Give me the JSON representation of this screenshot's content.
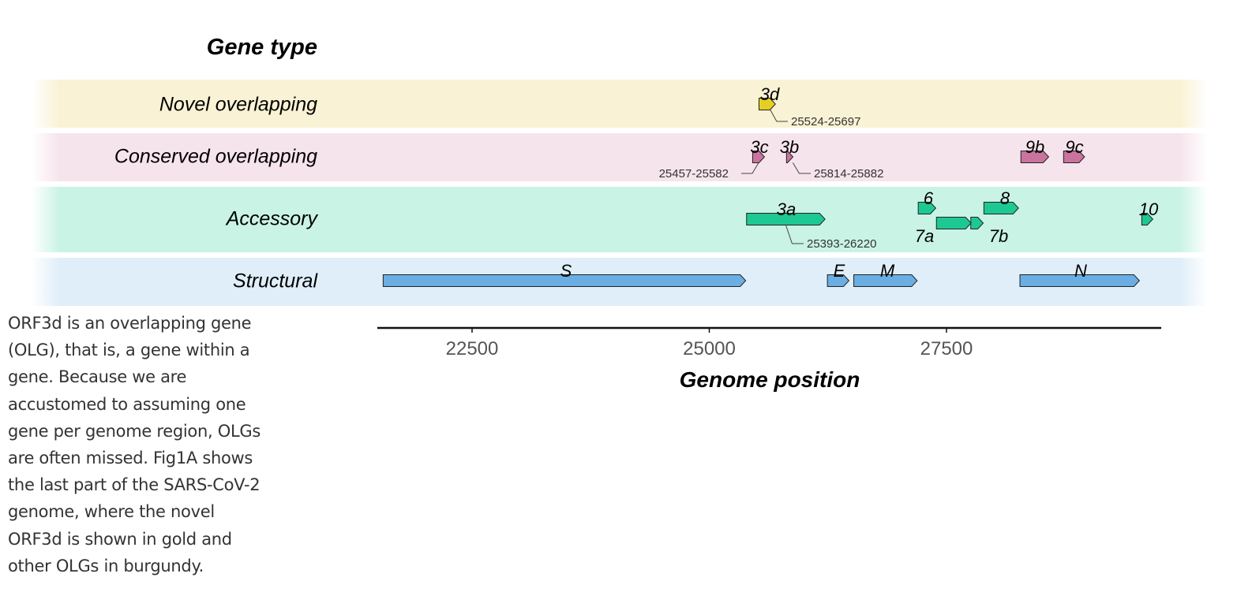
{
  "figure": {
    "header": "Gene type",
    "rows": [
      {
        "id": "novel",
        "label": "Novel overlapping",
        "color": "#f9f2d4"
      },
      {
        "id": "conserved",
        "label": "Conserved overlapping",
        "color": "#f6e4ec"
      },
      {
        "id": "accessory",
        "label": "Accessory",
        "color": "#c9f3e5"
      },
      {
        "id": "structural",
        "label": "Structural",
        "color": "#dfeef8"
      }
    ],
    "gene_colors": {
      "novel": "#e5cf24",
      "conserved": "#c9739f",
      "accessory": "#1ec893",
      "structural": "#6aaee3"
    },
    "genes": [
      {
        "name": "3d",
        "row": "novel",
        "start": 25524,
        "end": 25697,
        "coord_label": "25524-25697"
      },
      {
        "name": "3c",
        "row": "conserved",
        "start": 25457,
        "end": 25582,
        "coord_label": "25457-25582"
      },
      {
        "name": "3b",
        "row": "conserved",
        "start": 25814,
        "end": 25882,
        "coord_label": "25814-25882"
      },
      {
        "name": "9b",
        "row": "conserved",
        "start": 28284,
        "end": 28577
      },
      {
        "name": "9c",
        "row": "conserved",
        "start": 28734,
        "end": 28955
      },
      {
        "name": "3a",
        "row": "accessory",
        "start": 25393,
        "end": 26220,
        "coord_label": "25393-26220"
      },
      {
        "name": "6",
        "row": "accessory",
        "start": 27202,
        "end": 27387
      },
      {
        "name": "7a",
        "row": "accessory",
        "start": 27394,
        "end": 27759
      },
      {
        "name": "7b",
        "row": "accessory",
        "start": 27756,
        "end": 27887
      },
      {
        "name": "8",
        "row": "accessory",
        "start": 27894,
        "end": 28259
      },
      {
        "name": "10",
        "row": "accessory",
        "start": 29558,
        "end": 29674
      },
      {
        "name": "S",
        "row": "structural",
        "start": 21563,
        "end": 25384
      },
      {
        "name": "E",
        "row": "structural",
        "start": 26245,
        "end": 26472
      },
      {
        "name": "M",
        "row": "structural",
        "start": 26523,
        "end": 27191
      },
      {
        "name": "N",
        "row": "structural",
        "start": 28274,
        "end": 29533
      }
    ],
    "axis": {
      "title": "Genome position",
      "ticks": [
        22500,
        25000,
        27500
      ],
      "min": 21563,
      "max": 29800
    }
  },
  "caption": "ORF3d is an overlapping gene (OLG), that is, a gene within a gene. Because we are accustomed to assuming one gene per genome region, OLGs are often missed. Fig1A shows the last part of the SARS-CoV-2 genome, where the novel ORF3d is shown in gold and other OLGs in burgundy."
}
